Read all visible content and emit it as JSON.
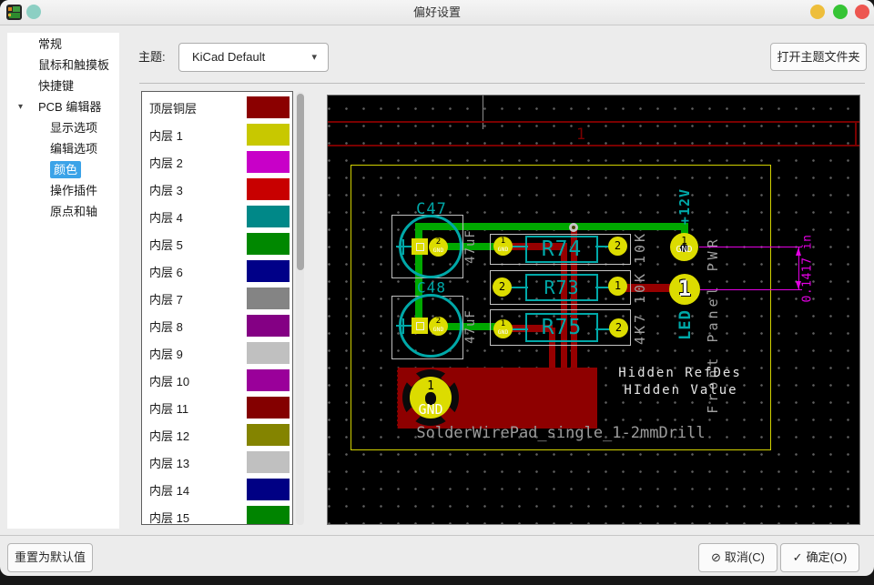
{
  "window": {
    "title": "偏好设置",
    "traffic_yellow": "#EEBE3B",
    "traffic_green": "#36C435",
    "traffic_red": "#ED5650",
    "left_dot_color": "#8CCFC3"
  },
  "icons": {
    "dropdown_arrow": "▾",
    "tree_expander": "▾",
    "cancel_glyph": "⊘",
    "ok_glyph": "✓"
  },
  "sidebar": {
    "items": [
      {
        "label": "常规",
        "level": 0
      },
      {
        "label": "鼠标和触摸板",
        "level": 0
      },
      {
        "label": "快捷键",
        "level": 0
      },
      {
        "label": "PCB 编辑器",
        "level": 0,
        "expanded": true
      },
      {
        "label": "显示选项",
        "level": 1
      },
      {
        "label": "编辑选项",
        "level": 1
      },
      {
        "label": "颜色",
        "level": 1,
        "selected": true
      },
      {
        "label": "操作插件",
        "level": 1
      },
      {
        "label": "原点和轴",
        "level": 1
      }
    ]
  },
  "theme": {
    "label": "主题:",
    "selected": "KiCad Default",
    "open_folder_button": "打开主题文件夹"
  },
  "colors": {
    "items": [
      {
        "label": "顶层铜层",
        "color": "#8B0000"
      },
      {
        "label": "内层 1",
        "color": "#C8C800"
      },
      {
        "label": "内层 2",
        "color": "#C800C8"
      },
      {
        "label": "内层 3",
        "color": "#C80000"
      },
      {
        "label": "内层 4",
        "color": "#008888"
      },
      {
        "label": "内层 5",
        "color": "#008800"
      },
      {
        "label": "内层 6",
        "color": "#000088"
      },
      {
        "label": "内层 7",
        "color": "#848484"
      },
      {
        "label": "内层 8",
        "color": "#840084"
      },
      {
        "label": "内层 9",
        "color": "#C0C0C0"
      },
      {
        "label": "内层 10",
        "color": "#9A009A"
      },
      {
        "label": "内层 11",
        "color": "#840000"
      },
      {
        "label": "内层 12",
        "color": "#848400"
      },
      {
        "label": "内层 13",
        "color": "#C0C0C0"
      },
      {
        "label": "内层 14",
        "color": "#000084"
      },
      {
        "label": "内层 15",
        "color": "#008400"
      }
    ]
  },
  "pcb": {
    "sheet_number": "1",
    "components": {
      "c47": "C47",
      "c48": "C48",
      "r74": "R74",
      "r73": "R73",
      "r75": "R75"
    },
    "values": {
      "c47": "47uF",
      "c48": "47uF",
      "r74": "10K",
      "r73": "10K",
      "r75": "4K7"
    },
    "nets": {
      "gnd": "GND",
      "plus12v": "+12V",
      "led": "LED",
      "front_panel": "Front Panel PWR"
    },
    "pad_numbers": {
      "one": "1",
      "two": "2"
    },
    "texts": {
      "hidden_refdes": "Hidden RefDes",
      "hidden_value": "HIdden Value",
      "footprint_name": "SolderWirePad_single_1-2mmDrill",
      "dimension": "0.1417 in"
    },
    "palette": {
      "copper_red": "#960000",
      "trace_green": "#00A800",
      "silk_teal": "#00A8A8",
      "pad_yellow": "#DCDC00",
      "silk_gray": "#9E9E9E",
      "fab_white": "#E4E4E4",
      "dimension_magenta": "#E400E4",
      "edge_yellow": "#D2D200",
      "frame_red": "#7A0000"
    }
  },
  "footer": {
    "reset": "重置为默认值",
    "cancel": "取消(C)",
    "ok": "确定(O)"
  }
}
